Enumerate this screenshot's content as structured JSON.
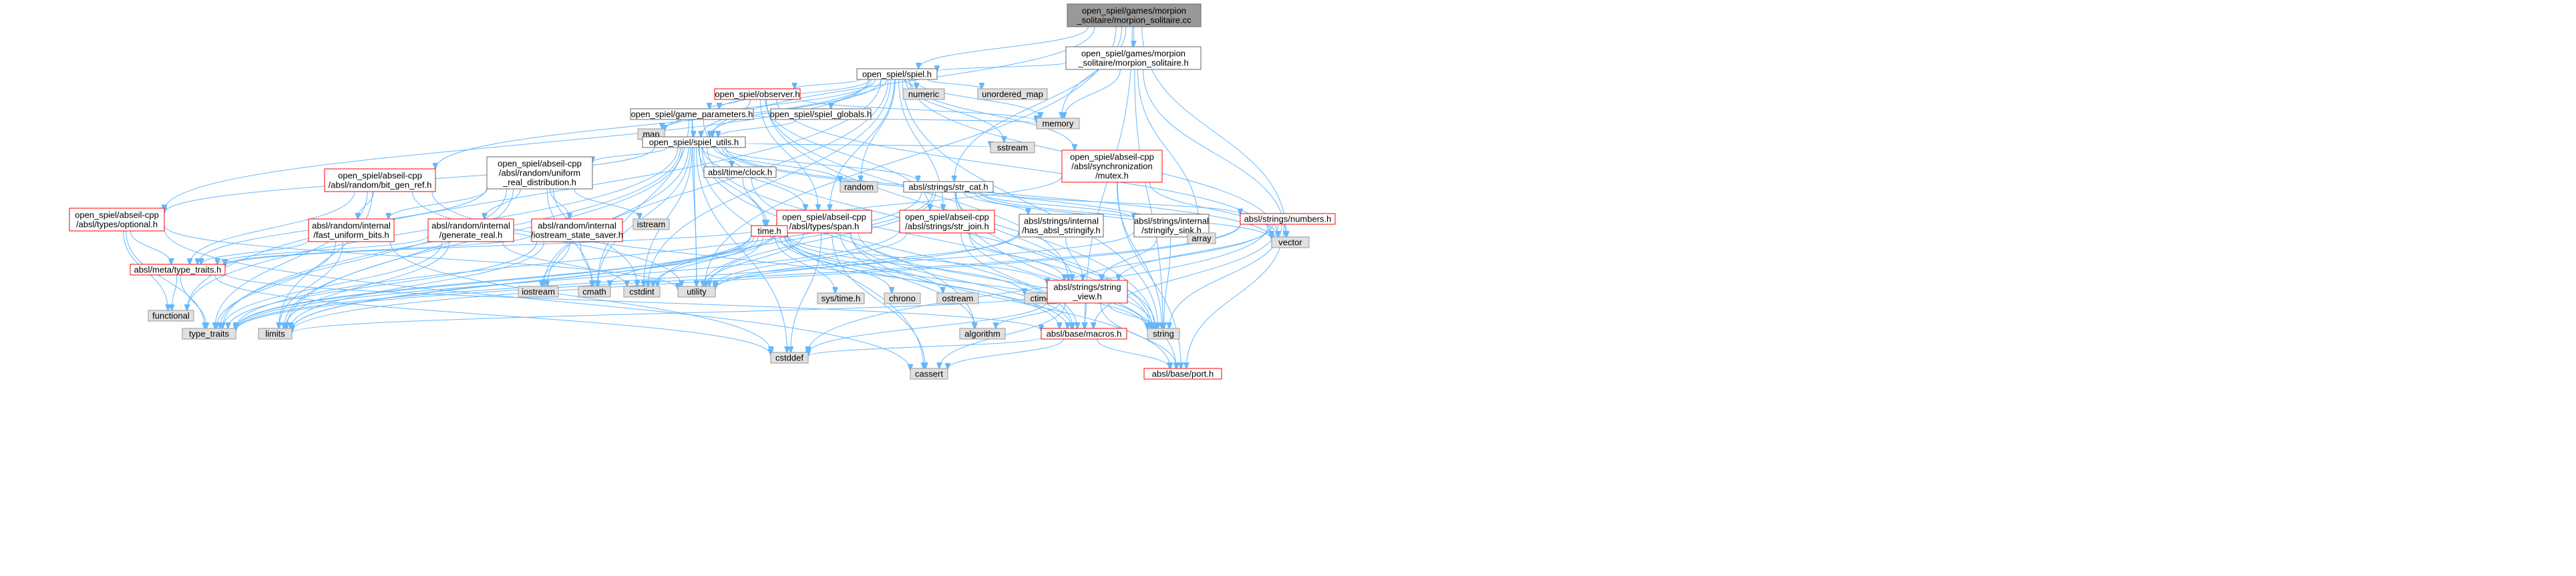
{
  "colors": {
    "edge": "#63b8ff",
    "root_fill": "#999999",
    "external_fill": "#e0e0e0",
    "internal_fill": "#ffffff",
    "incomplete_border": "#ff0000"
  },
  "nodes": [
    {
      "id": "root",
      "lines": [
        "open_spiel/games/morpion",
        "_solitaire/morpion_solitaire.cc"
      ],
      "kind": "root"
    },
    {
      "id": "ms_h",
      "lines": [
        "open_spiel/games/morpion",
        "_solitaire/morpion_solitaire.h"
      ],
      "kind": "internal"
    },
    {
      "id": "spiel_h",
      "lines": [
        "open_spiel/spiel.h"
      ],
      "kind": "internal"
    },
    {
      "id": "observer_h",
      "lines": [
        "open_spiel/observer.h"
      ],
      "kind": "incomplete"
    },
    {
      "id": "numeric",
      "lines": [
        "numeric"
      ],
      "kind": "external"
    },
    {
      "id": "unordered_map",
      "lines": [
        "unordered_map"
      ],
      "kind": "external"
    },
    {
      "id": "game_params",
      "lines": [
        "open_spiel/game_parameters.h"
      ],
      "kind": "internal"
    },
    {
      "id": "spiel_globals",
      "lines": [
        "open_spiel/spiel_globals.h"
      ],
      "kind": "internal"
    },
    {
      "id": "memory",
      "lines": [
        "memory"
      ],
      "kind": "external"
    },
    {
      "id": "map",
      "lines": [
        "map"
      ],
      "kind": "external"
    },
    {
      "id": "spiel_utils",
      "lines": [
        "open_spiel/spiel_utils.h"
      ],
      "kind": "internal"
    },
    {
      "id": "sstream",
      "lines": [
        "sstream"
      ],
      "kind": "external"
    },
    {
      "id": "mutex_h",
      "lines": [
        "open_spiel/abseil-cpp",
        "/absl/synchronization",
        "/mutex.h"
      ],
      "kind": "incomplete"
    },
    {
      "id": "bit_gen_ref",
      "lines": [
        "open_spiel/abseil-cpp",
        "/absl/random/bit_gen_ref.h"
      ],
      "kind": "incomplete"
    },
    {
      "id": "uniform_real",
      "lines": [
        "open_spiel/abseil-cpp",
        "/absl/random/uniform",
        "_real_distribution.h"
      ],
      "kind": "internal"
    },
    {
      "id": "clock_h",
      "lines": [
        "absl/time/clock.h"
      ],
      "kind": "internal"
    },
    {
      "id": "random",
      "lines": [
        "random"
      ],
      "kind": "external"
    },
    {
      "id": "str_cat",
      "lines": [
        "absl/strings/str_cat.h"
      ],
      "kind": "internal"
    },
    {
      "id": "optional_h",
      "lines": [
        "open_spiel/abseil-cpp",
        "/absl/types/optional.h"
      ],
      "kind": "incomplete"
    },
    {
      "id": "fast_uniform",
      "lines": [
        "absl/random/internal",
        "/fast_uniform_bits.h"
      ],
      "kind": "incomplete"
    },
    {
      "id": "generate_real",
      "lines": [
        "absl/random/internal",
        "/generate_real.h"
      ],
      "kind": "incomplete"
    },
    {
      "id": "iostream_state",
      "lines": [
        "absl/random/internal",
        "/iostream_state_saver.h"
      ],
      "kind": "incomplete"
    },
    {
      "id": "istream",
      "lines": [
        "istream"
      ],
      "kind": "external"
    },
    {
      "id": "span_h",
      "lines": [
        "open_spiel/abseil-cpp",
        "/absl/types/span.h"
      ],
      "kind": "incomplete"
    },
    {
      "id": "time_h",
      "lines": [
        "time.h"
      ],
      "kind": "incomplete"
    },
    {
      "id": "str_join",
      "lines": [
        "open_spiel/abseil-cpp",
        "/absl/strings/str_join.h"
      ],
      "kind": "incomplete"
    },
    {
      "id": "has_stringify",
      "lines": [
        "absl/strings/internal",
        "/has_absl_stringify.h"
      ],
      "kind": "internal"
    },
    {
      "id": "stringify_sink",
      "lines": [
        "absl/strings/internal",
        "/stringify_sink.h"
      ],
      "kind": "internal"
    },
    {
      "id": "numbers_h",
      "lines": [
        "absl/strings/numbers.h"
      ],
      "kind": "incomplete"
    },
    {
      "id": "array",
      "lines": [
        "array"
      ],
      "kind": "external"
    },
    {
      "id": "vector",
      "lines": [
        "vector"
      ],
      "kind": "external"
    },
    {
      "id": "meta_type_traits",
      "lines": [
        "absl/meta/type_traits.h"
      ],
      "kind": "incomplete"
    },
    {
      "id": "iostream",
      "lines": [
        "iostream"
      ],
      "kind": "external"
    },
    {
      "id": "cmath",
      "lines": [
        "cmath"
      ],
      "kind": "external"
    },
    {
      "id": "cstdint",
      "lines": [
        "cstdint"
      ],
      "kind": "external"
    },
    {
      "id": "utility",
      "lines": [
        "utility"
      ],
      "kind": "external"
    },
    {
      "id": "sys_time",
      "lines": [
        "sys/time.h"
      ],
      "kind": "external"
    },
    {
      "id": "chrono",
      "lines": [
        "chrono"
      ],
      "kind": "external"
    },
    {
      "id": "ostream",
      "lines": [
        "ostream"
      ],
      "kind": "external"
    },
    {
      "id": "ctime",
      "lines": [
        "ctime"
      ],
      "kind": "external"
    },
    {
      "id": "string_view",
      "lines": [
        "absl/strings/string",
        "_view.h"
      ],
      "kind": "incomplete"
    },
    {
      "id": "functional",
      "lines": [
        "functional"
      ],
      "kind": "external"
    },
    {
      "id": "type_traits",
      "lines": [
        "type_traits"
      ],
      "kind": "external"
    },
    {
      "id": "limits",
      "lines": [
        "limits"
      ],
      "kind": "external"
    },
    {
      "id": "algorithm",
      "lines": [
        "algorithm"
      ],
      "kind": "external"
    },
    {
      "id": "macros_h",
      "lines": [
        "absl/base/macros.h"
      ],
      "kind": "incomplete"
    },
    {
      "id": "string",
      "lines": [
        "string"
      ],
      "kind": "external"
    },
    {
      "id": "cstddef",
      "lines": [
        "cstddef"
      ],
      "kind": "external"
    },
    {
      "id": "cassert",
      "lines": [
        "cassert"
      ],
      "kind": "external"
    },
    {
      "id": "port_h",
      "lines": [
        "absl/base/port.h"
      ],
      "kind": "incomplete"
    }
  ],
  "edges": [
    [
      "root",
      "ms_h"
    ],
    [
      "root",
      "spiel_h"
    ],
    [
      "root",
      "spiel_utils"
    ],
    [
      "root",
      "memory"
    ],
    [
      "root",
      "vector"
    ],
    [
      "root",
      "utility"
    ],
    [
      "root",
      "str_cat"
    ],
    [
      "root",
      "macros_h"
    ],
    [
      "ms_h",
      "spiel_h"
    ],
    [
      "ms_h",
      "array"
    ],
    [
      "ms_h",
      "memory"
    ],
    [
      "ms_h",
      "string"
    ],
    [
      "ms_h",
      "vector"
    ],
    [
      "spiel_h",
      "observer_h"
    ],
    [
      "spiel_h",
      "numeric"
    ],
    [
      "spiel_h",
      "unordered_map"
    ],
    [
      "spiel_h",
      "game_params"
    ],
    [
      "spiel_h",
      "spiel_globals"
    ],
    [
      "spiel_h",
      "spiel_utils"
    ],
    [
      "spiel_h",
      "memory"
    ],
    [
      "spiel_h",
      "map"
    ],
    [
      "spiel_h",
      "sstream"
    ],
    [
      "spiel_h",
      "mutex_h"
    ],
    [
      "spiel_h",
      "bit_gen_ref"
    ],
    [
      "spiel_h",
      "optional_h"
    ],
    [
      "spiel_h",
      "span_h"
    ],
    [
      "spiel_h",
      "str_join"
    ],
    [
      "spiel_h",
      "random"
    ],
    [
      "spiel_h",
      "string"
    ],
    [
      "spiel_h",
      "vector"
    ],
    [
      "spiel_h",
      "functional"
    ],
    [
      "spiel_h",
      "iostream"
    ],
    [
      "spiel_h",
      "cstdint"
    ],
    [
      "observer_h",
      "game_params"
    ],
    [
      "observer_h",
      "spiel_utils"
    ],
    [
      "observer_h",
      "memory"
    ],
    [
      "observer_h",
      "str_join"
    ],
    [
      "observer_h",
      "span_h"
    ],
    [
      "observer_h",
      "string"
    ],
    [
      "observer_h",
      "vector"
    ],
    [
      "observer_h",
      "string_view"
    ],
    [
      "game_params",
      "spiel_utils"
    ],
    [
      "game_params",
      "map"
    ],
    [
      "game_params",
      "memory"
    ],
    [
      "game_params",
      "string"
    ],
    [
      "game_params",
      "utility"
    ],
    [
      "game_params",
      "cmath"
    ],
    [
      "spiel_globals",
      "spiel_utils"
    ],
    [
      "spiel_utils",
      "uniform_real"
    ],
    [
      "spiel_utils",
      "clock_h"
    ],
    [
      "spiel_utils",
      "random"
    ],
    [
      "spiel_utils",
      "str_cat"
    ],
    [
      "spiel_utils",
      "sstream"
    ],
    [
      "spiel_utils",
      "optional_h"
    ],
    [
      "spiel_utils",
      "span_h"
    ],
    [
      "spiel_utils",
      "time_h"
    ],
    [
      "spiel_utils",
      "vector"
    ],
    [
      "spiel_utils",
      "string"
    ],
    [
      "spiel_utils",
      "cstdint"
    ],
    [
      "spiel_utils",
      "utility"
    ],
    [
      "spiel_utils",
      "algorithm"
    ],
    [
      "spiel_utils",
      "cassert"
    ],
    [
      "spiel_utils",
      "functional"
    ],
    [
      "spiel_utils",
      "cstddef"
    ],
    [
      "spiel_utils",
      "iostream"
    ],
    [
      "spiel_utils",
      "type_traits"
    ],
    [
      "spiel_utils",
      "cmath"
    ],
    [
      "spiel_utils",
      "limits"
    ],
    [
      "spiel_utils",
      "array"
    ],
    [
      "mutex_h",
      "string"
    ],
    [
      "mutex_h",
      "vector"
    ],
    [
      "mutex_h",
      "port_h"
    ],
    [
      "mutex_h",
      "time_h"
    ],
    [
      "bit_gen_ref",
      "fast_uniform"
    ],
    [
      "bit_gen_ref",
      "meta_type_traits"
    ],
    [
      "bit_gen_ref",
      "type_traits"
    ],
    [
      "bit_gen_ref",
      "limits"
    ],
    [
      "bit_gen_ref",
      "utility"
    ],
    [
      "bit_gen_ref",
      "macros_h"
    ],
    [
      "uniform_real",
      "fast_uniform"
    ],
    [
      "uniform_real",
      "generate_real"
    ],
    [
      "uniform_real",
      "iostream_state"
    ],
    [
      "uniform_real",
      "istream"
    ],
    [
      "uniform_real",
      "meta_type_traits"
    ],
    [
      "uniform_real",
      "cmath"
    ],
    [
      "uniform_real",
      "cstdint"
    ],
    [
      "uniform_real",
      "limits"
    ],
    [
      "uniform_real",
      "type_traits"
    ],
    [
      "clock_h",
      "time_h"
    ],
    [
      "clock_h",
      "macros_h"
    ],
    [
      "str_cat",
      "has_stringify"
    ],
    [
      "str_cat",
      "stringify_sink"
    ],
    [
      "str_cat",
      "numbers_h"
    ],
    [
      "str_cat",
      "string_view"
    ],
    [
      "str_cat",
      "array"
    ],
    [
      "str_cat",
      "vector"
    ],
    [
      "str_cat",
      "string"
    ],
    [
      "str_cat",
      "cstdint"
    ],
    [
      "str_cat",
      "utility"
    ],
    [
      "str_cat",
      "type_traits"
    ],
    [
      "str_cat",
      "port_h"
    ],
    [
      "optional_h",
      "functional"
    ],
    [
      "optional_h",
      "meta_type_traits"
    ],
    [
      "optional_h",
      "type_traits"
    ],
    [
      "optional_h",
      "utility"
    ],
    [
      "optional_h",
      "cassert"
    ],
    [
      "fast_uniform",
      "meta_type_traits"
    ],
    [
      "fast_uniform",
      "limits"
    ],
    [
      "fast_uniform",
      "type_traits"
    ],
    [
      "fast_uniform",
      "cstddef"
    ],
    [
      "generate_real",
      "meta_type_traits"
    ],
    [
      "generate_real",
      "limits"
    ],
    [
      "generate_real",
      "type_traits"
    ],
    [
      "generate_real",
      "cstdint"
    ],
    [
      "iostream_state",
      "cmath"
    ],
    [
      "iostream_state",
      "iostream"
    ],
    [
      "iostream_state",
      "limits"
    ],
    [
      "iostream_state",
      "type_traits"
    ],
    [
      "iostream_state",
      "meta_type_traits"
    ],
    [
      "span_h",
      "algorithm"
    ],
    [
      "span_h",
      "cassert"
    ],
    [
      "span_h",
      "cstddef"
    ],
    [
      "span_h",
      "string"
    ],
    [
      "span_h",
      "type_traits"
    ],
    [
      "span_h",
      "utility"
    ],
    [
      "span_h",
      "macros_h"
    ],
    [
      "span_h",
      "meta_type_traits"
    ],
    [
      "span_h",
      "limits"
    ],
    [
      "span_h",
      "port_h"
    ],
    [
      "time_h",
      "sys_time"
    ],
    [
      "time_h",
      "chrono"
    ],
    [
      "time_h",
      "ostream"
    ],
    [
      "time_h",
      "ctime"
    ],
    [
      "time_h",
      "string_view"
    ],
    [
      "time_h",
      "utility"
    ],
    [
      "time_h",
      "cmath"
    ],
    [
      "time_h",
      "cstdint"
    ],
    [
      "time_h",
      "limits"
    ],
    [
      "time_h",
      "string"
    ],
    [
      "time_h",
      "type_traits"
    ],
    [
      "time_h",
      "macros_h"
    ],
    [
      "str_join",
      "string"
    ],
    [
      "str_join",
      "string_view"
    ],
    [
      "str_join",
      "macros_h"
    ],
    [
      "str_join",
      "utility"
    ],
    [
      "str_join",
      "type_traits"
    ],
    [
      "has_stringify",
      "utility"
    ],
    [
      "has_stringify",
      "type_traits"
    ],
    [
      "has_stringify",
      "string_view"
    ],
    [
      "stringify_sink",
      "string"
    ],
    [
      "stringify_sink",
      "utility"
    ],
    [
      "stringify_sink",
      "string_view"
    ],
    [
      "numbers_h",
      "string_view"
    ],
    [
      "numbers_h",
      "string"
    ],
    [
      "numbers_h",
      "limits"
    ],
    [
      "numbers_h",
      "port_h"
    ],
    [
      "numbers_h",
      "macros_h"
    ],
    [
      "numbers_h",
      "type_traits"
    ],
    [
      "numbers_h",
      "ctime"
    ],
    [
      "numbers_h",
      "cstddef"
    ],
    [
      "meta_type_traits",
      "cstddef"
    ],
    [
      "meta_type_traits",
      "functional"
    ],
    [
      "meta_type_traits",
      "type_traits"
    ],
    [
      "meta_type_traits",
      "macros_h"
    ],
    [
      "string_view",
      "algorithm"
    ],
    [
      "string_view",
      "cassert"
    ],
    [
      "string_view",
      "cstddef"
    ],
    [
      "string_view",
      "string"
    ],
    [
      "string_view",
      "limits"
    ],
    [
      "string_view",
      "macros_h"
    ],
    [
      "string_view",
      "port_h"
    ],
    [
      "macros_h",
      "cassert"
    ],
    [
      "macros_h",
      "cstddef"
    ],
    [
      "macros_h",
      "port_h"
    ]
  ]
}
